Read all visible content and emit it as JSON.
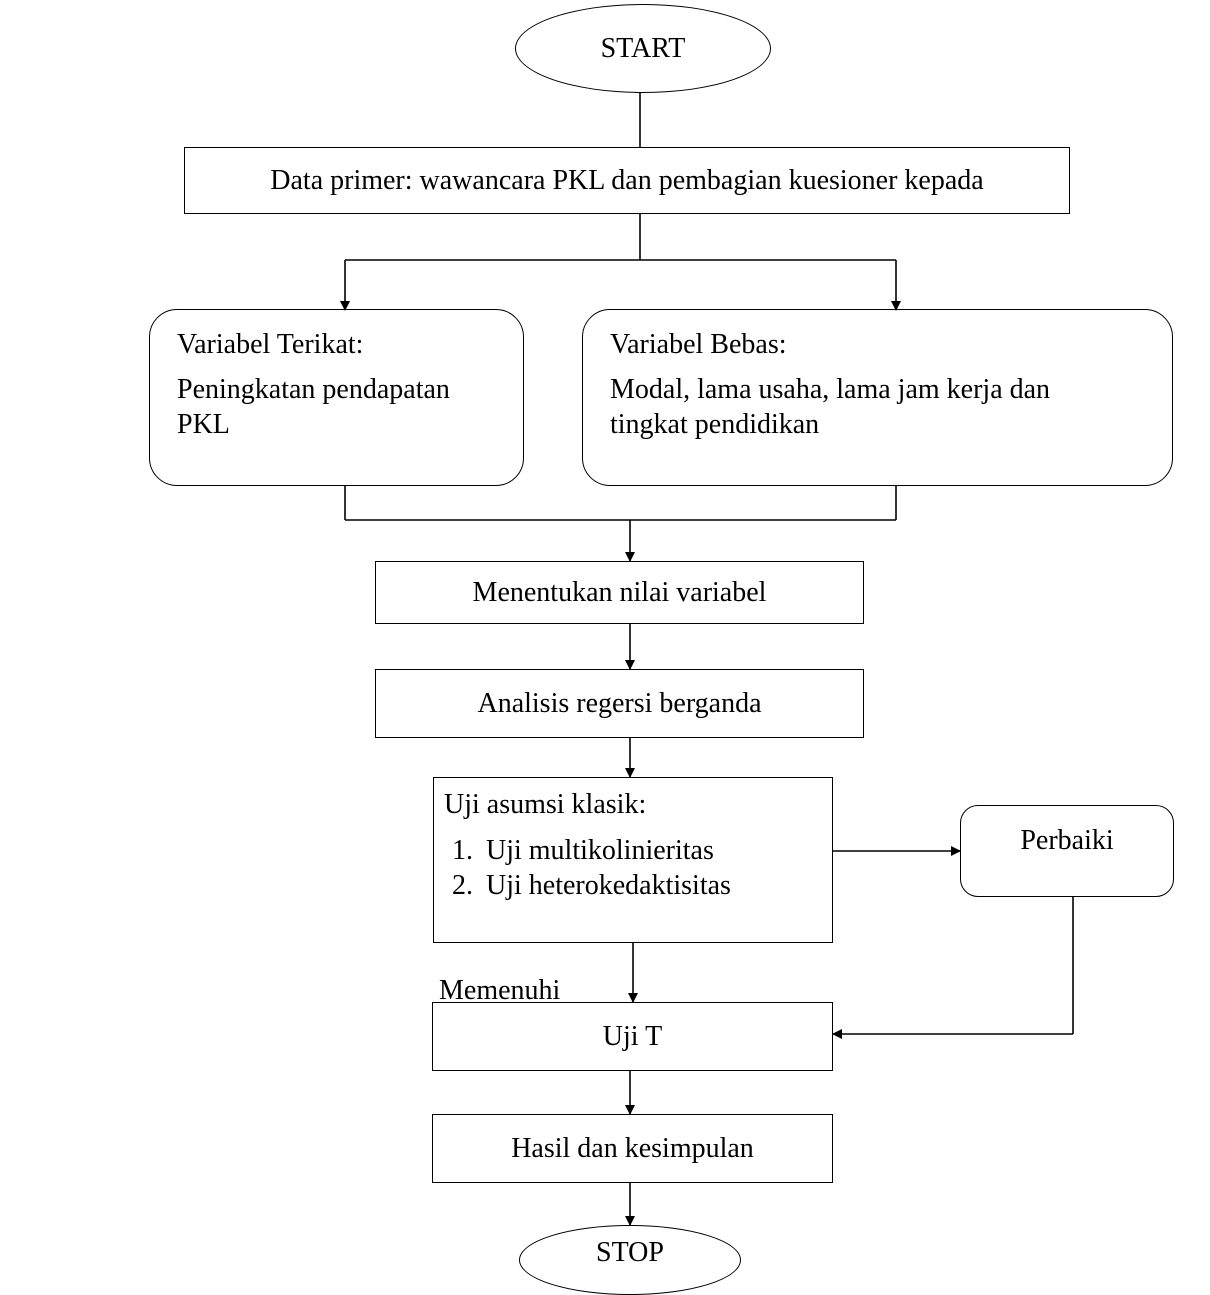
{
  "flowchart": {
    "start_label": "START",
    "data_primer_label": "Data primer: wawancara PKL dan pembagian kuesioner kepada",
    "variabel_terikat": {
      "title": "Variabel Terikat:",
      "description": "Peningkatan pendapatan PKL"
    },
    "variabel_bebas": {
      "title": "Variabel Bebas:",
      "description": "Modal, lama usaha, lama jam kerja dan tingkat pendidikan"
    },
    "menentukan_label": "Menentukan nilai variabel",
    "analisis_label": "Analisis regersi berganda",
    "uji_asumsi": {
      "title": "Uji asumsi klasik:",
      "items": [
        {
          "number": "1.",
          "text": "Uji multikolinieritas"
        },
        {
          "number": "2.",
          "text": "Uji heterokedaktisitas"
        }
      ]
    },
    "perbaiki_label": "Perbaiki",
    "memenuhi_label": "Memenuhi",
    "uji_t_label": "Uji T",
    "hasil_label": "Hasil dan kesimpulan",
    "stop_label": "STOP"
  }
}
